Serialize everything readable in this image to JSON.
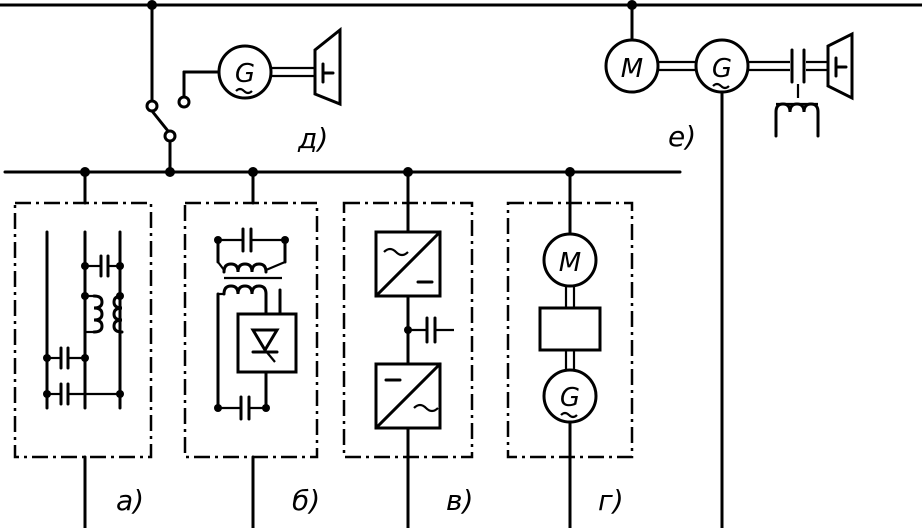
{
  "machine_letters": {
    "generator": "G",
    "motor": "M"
  },
  "panel_labels": {
    "a": "а)",
    "b": "б)",
    "v": "в)",
    "g": "г)",
    "d": "д)",
    "e": "е)"
  },
  "icons": [
    "generator-symbol",
    "motor-symbol",
    "turbine-symbol",
    "capacitor-symbol",
    "inductor-symbol",
    "thyristor-symbol",
    "converter-symbol",
    "switch-symbol"
  ]
}
